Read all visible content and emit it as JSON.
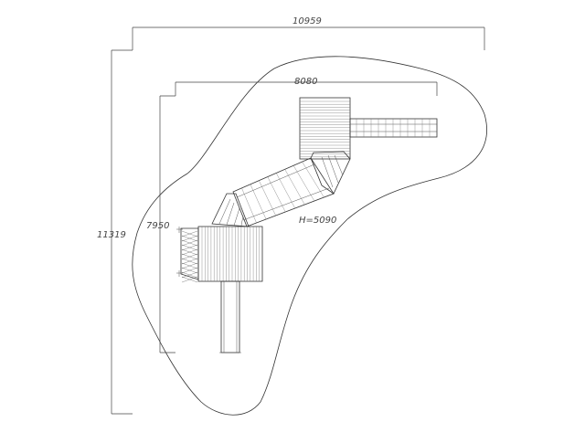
{
  "dimensions": {
    "overall_width": "10959",
    "overall_height": "11319",
    "inner_width": "8080",
    "inner_height": "7950",
    "platform_height": "H=5090"
  }
}
